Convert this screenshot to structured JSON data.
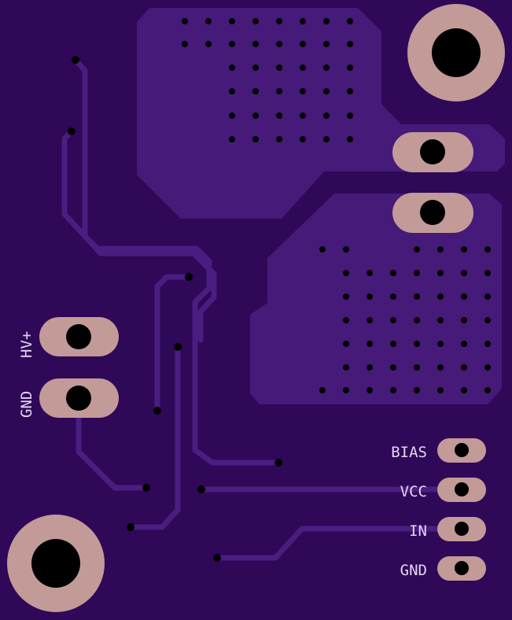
{
  "silkscreen": {
    "left_header": {
      "top_pin": "HV+",
      "bottom_pin": "GND"
    },
    "right_header": {
      "pin1": "BIAS",
      "pin2": "VCC",
      "pin3": "IN",
      "pin4": "GND"
    }
  },
  "colors": {
    "board": "#2f0858",
    "pour": "#461a78",
    "trace": "#4a1d80",
    "copper_pad": "#c29a98",
    "drill": "#000000",
    "silkscreen": "#e6d3f2"
  }
}
